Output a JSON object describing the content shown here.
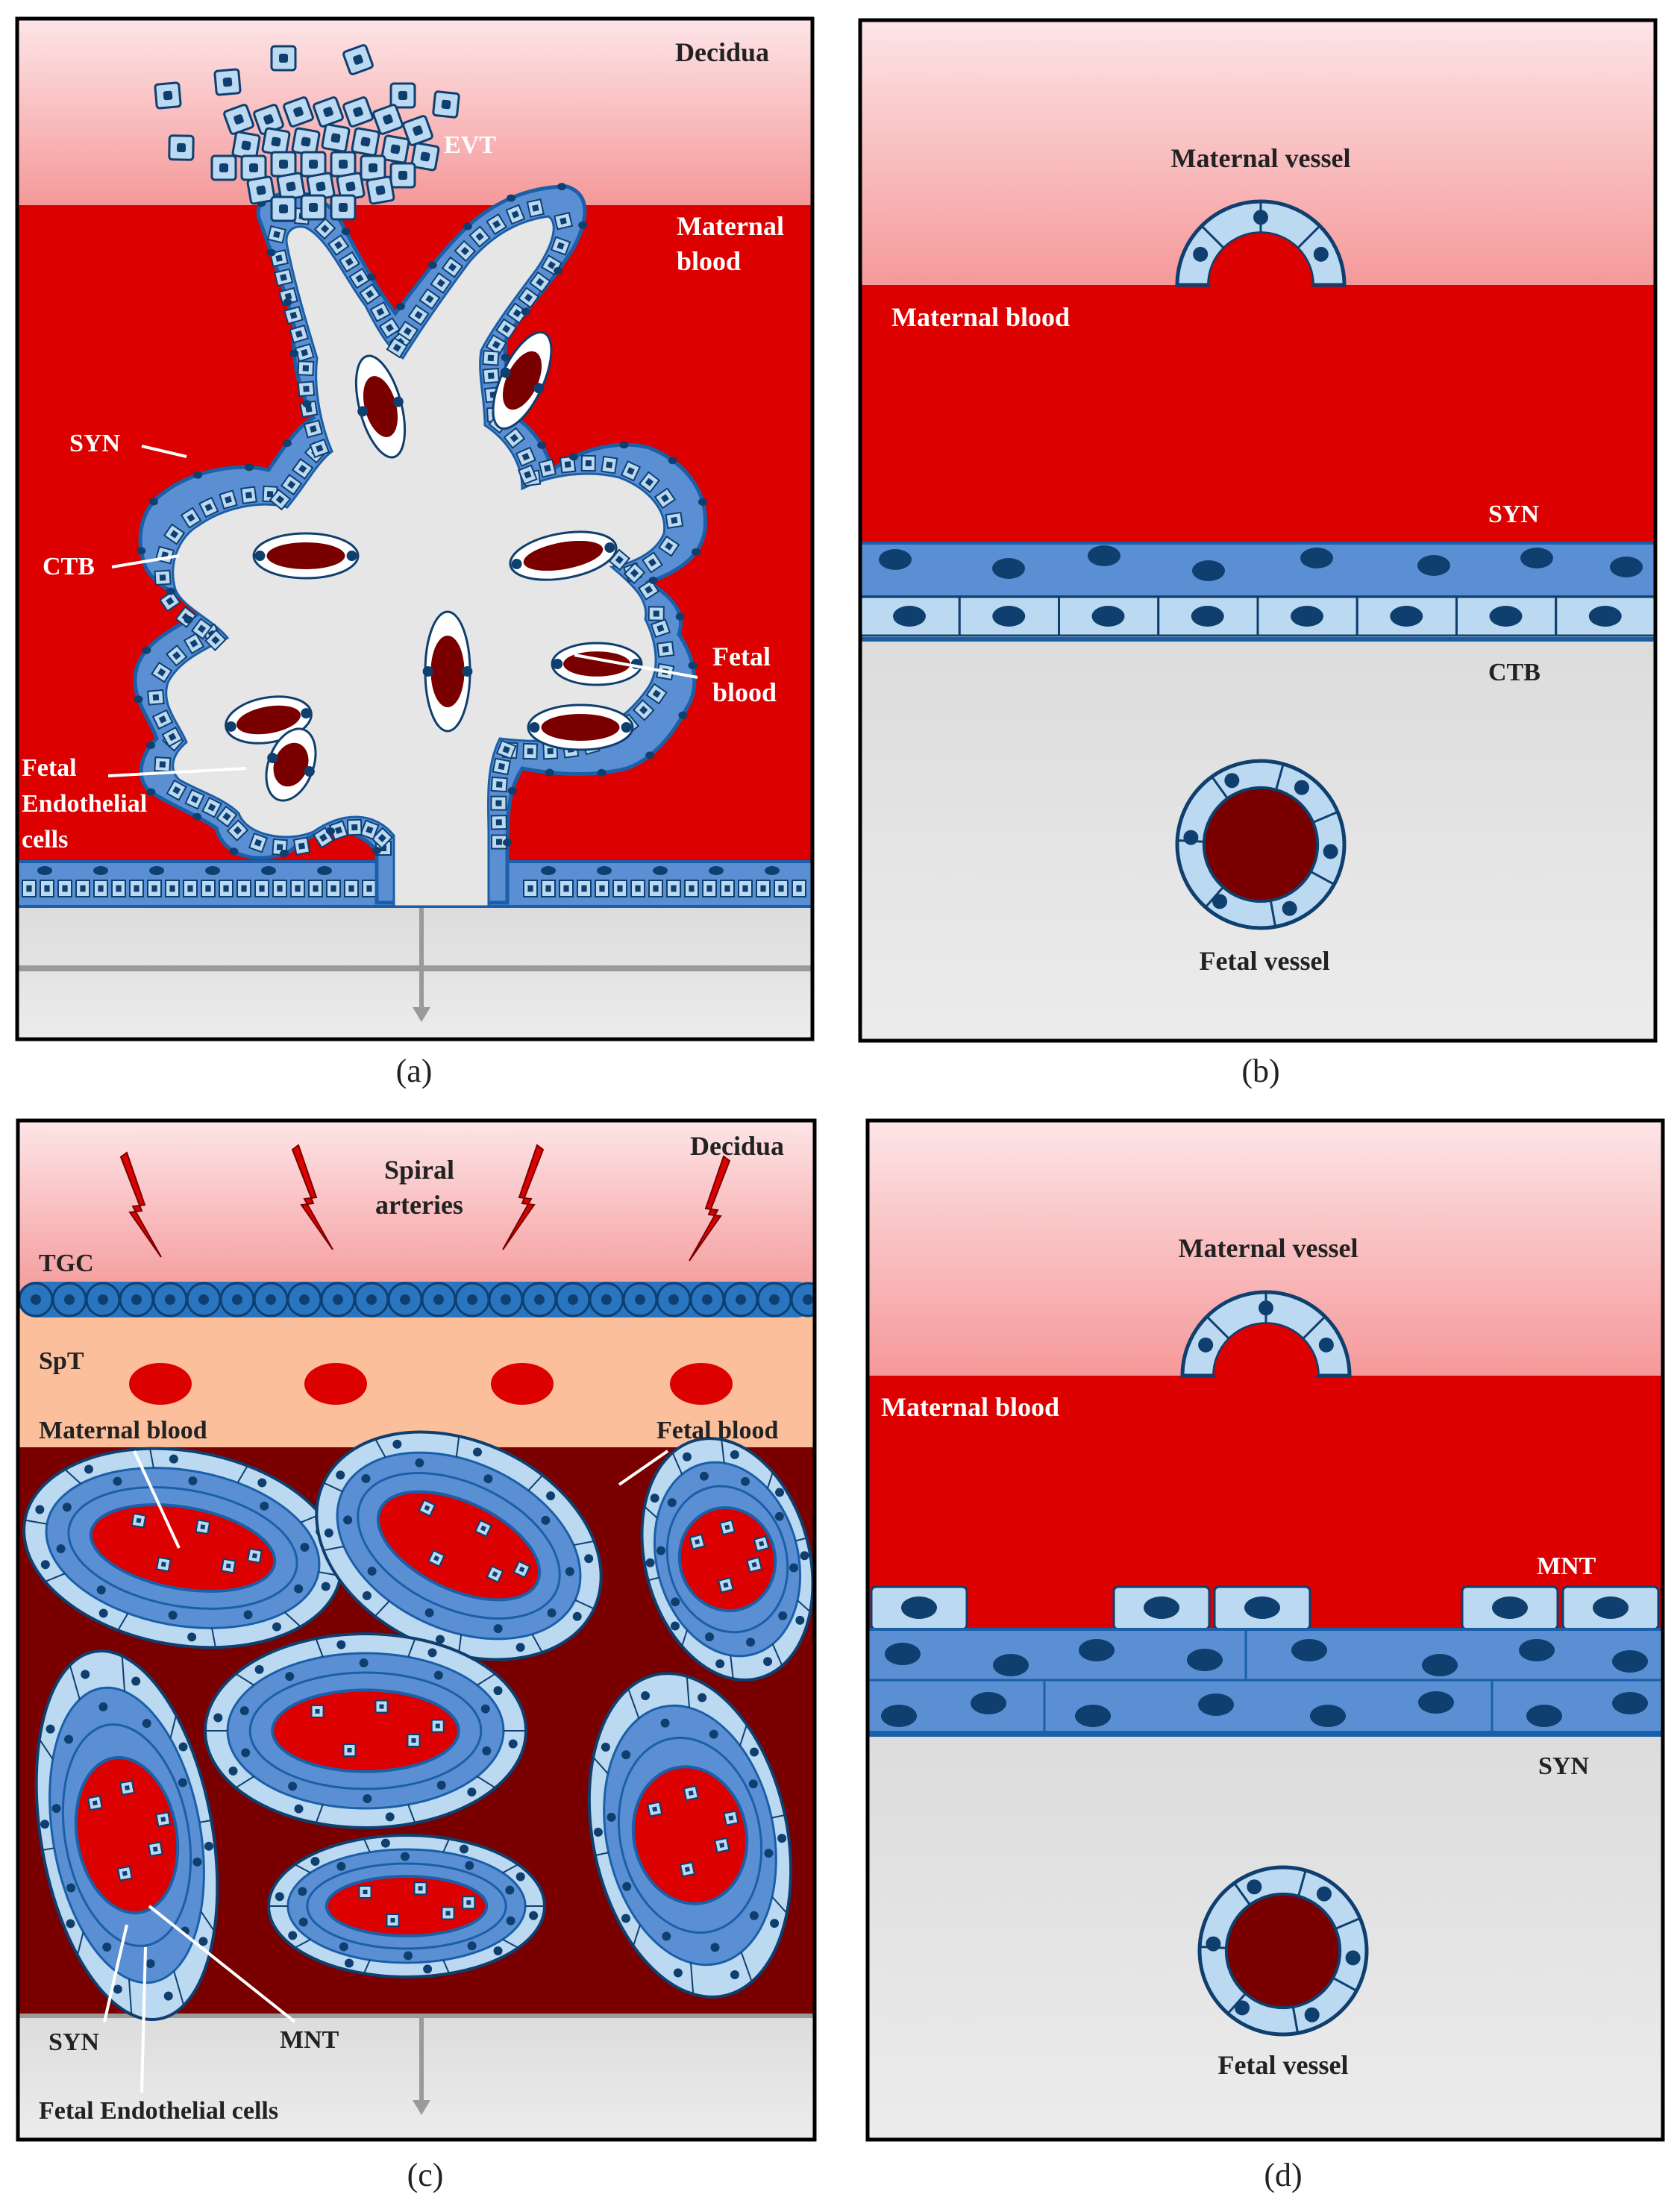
{
  "panels": {
    "a": {
      "caption": "(a)",
      "labels": {
        "decidua": "Decidua",
        "evt": "EVT",
        "maternal_blood_1": "Maternal",
        "maternal_blood_2": "blood",
        "syn": "SYN",
        "ctb": "CTB",
        "fetal_blood_1": "Fetal",
        "fetal_blood_2": "blood",
        "fetal_endo_1": "Fetal",
        "fetal_endo_2": "Endothelial",
        "fetal_endo_3": "cells"
      }
    },
    "b": {
      "caption": "(b)",
      "labels": {
        "maternal_vessel": "Maternal vessel",
        "maternal_blood": "Maternal blood",
        "syn": "SYN",
        "ctb": "CTB",
        "fetal_vessel": "Fetal vessel"
      }
    },
    "c": {
      "caption": "(c)",
      "labels": {
        "decidua": "Decidua",
        "spiral_1": "Spiral",
        "spiral_2": "arteries",
        "tgc": "TGC",
        "spt": "SpT",
        "maternal_blood": "Maternal blood",
        "fetal_blood": "Fetal blood",
        "syn": "SYN",
        "mnt": "MNT",
        "fetal_endo": "Fetal Endothelial cells"
      }
    },
    "d": {
      "caption": "(d)",
      "labels": {
        "maternal_vessel": "Maternal vessel",
        "maternal_blood": "Maternal blood",
        "mnt": "MNT",
        "syn": "SYN",
        "fetal_vessel": "Fetal vessel"
      }
    }
  },
  "colors": {
    "decidua_top": "#fde3e5",
    "decidua_bottom": "#f59a9b",
    "maternal_blood": "#dc0000",
    "fetal_blood": "#7a0000",
    "fetal_stroma": "#e4e4e4",
    "syn_blue": "#5b8fd4",
    "syn_edge": "#1a5fa8",
    "ctb_light": "#bcd9f2",
    "nucleus": "#0e3f6f",
    "spt": "#fbbf9c",
    "tgc": "#2a75c0"
  }
}
